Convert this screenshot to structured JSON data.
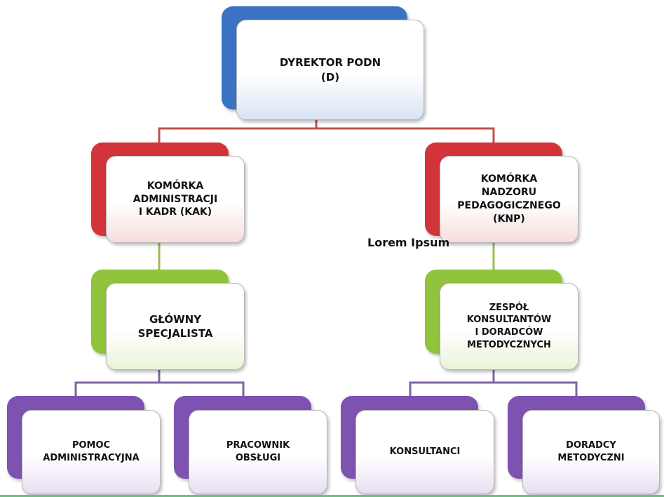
{
  "colors": {
    "blue": "#3b73c4",
    "red": "#d2343a",
    "green": "#8fc43c",
    "purple": "#7d52b0",
    "connector_red": "#c0504d",
    "connector_green": "#9bbb59",
    "connector_purple": "#8064a2"
  },
  "nodes": {
    "director": "DYREKTOR PODN\n(D)",
    "kak": "KOMÓRKA\nADMINISTRACJI\nI KADR (KAK)",
    "knp": "KOMÓRKA\nNADZORU\nPEDAGOGICZNEGO\n(KNP)",
    "glowny": "GŁÓWNY\nSPECJALISTA",
    "zespol": "ZESPÓŁ\nKONSULTANTÓW\nI DORADCÓW\nMETODYCZNYCH",
    "pomoc": "POMOC\nADMINISTRACYJNA",
    "pracownik": "PRACOWNIK\nOBSŁUGI",
    "konsultanci": "KONSULTANCI",
    "doradcy": "DORADCY\nMETODYCZNI"
  },
  "annotation": "Lorem Ipsum"
}
